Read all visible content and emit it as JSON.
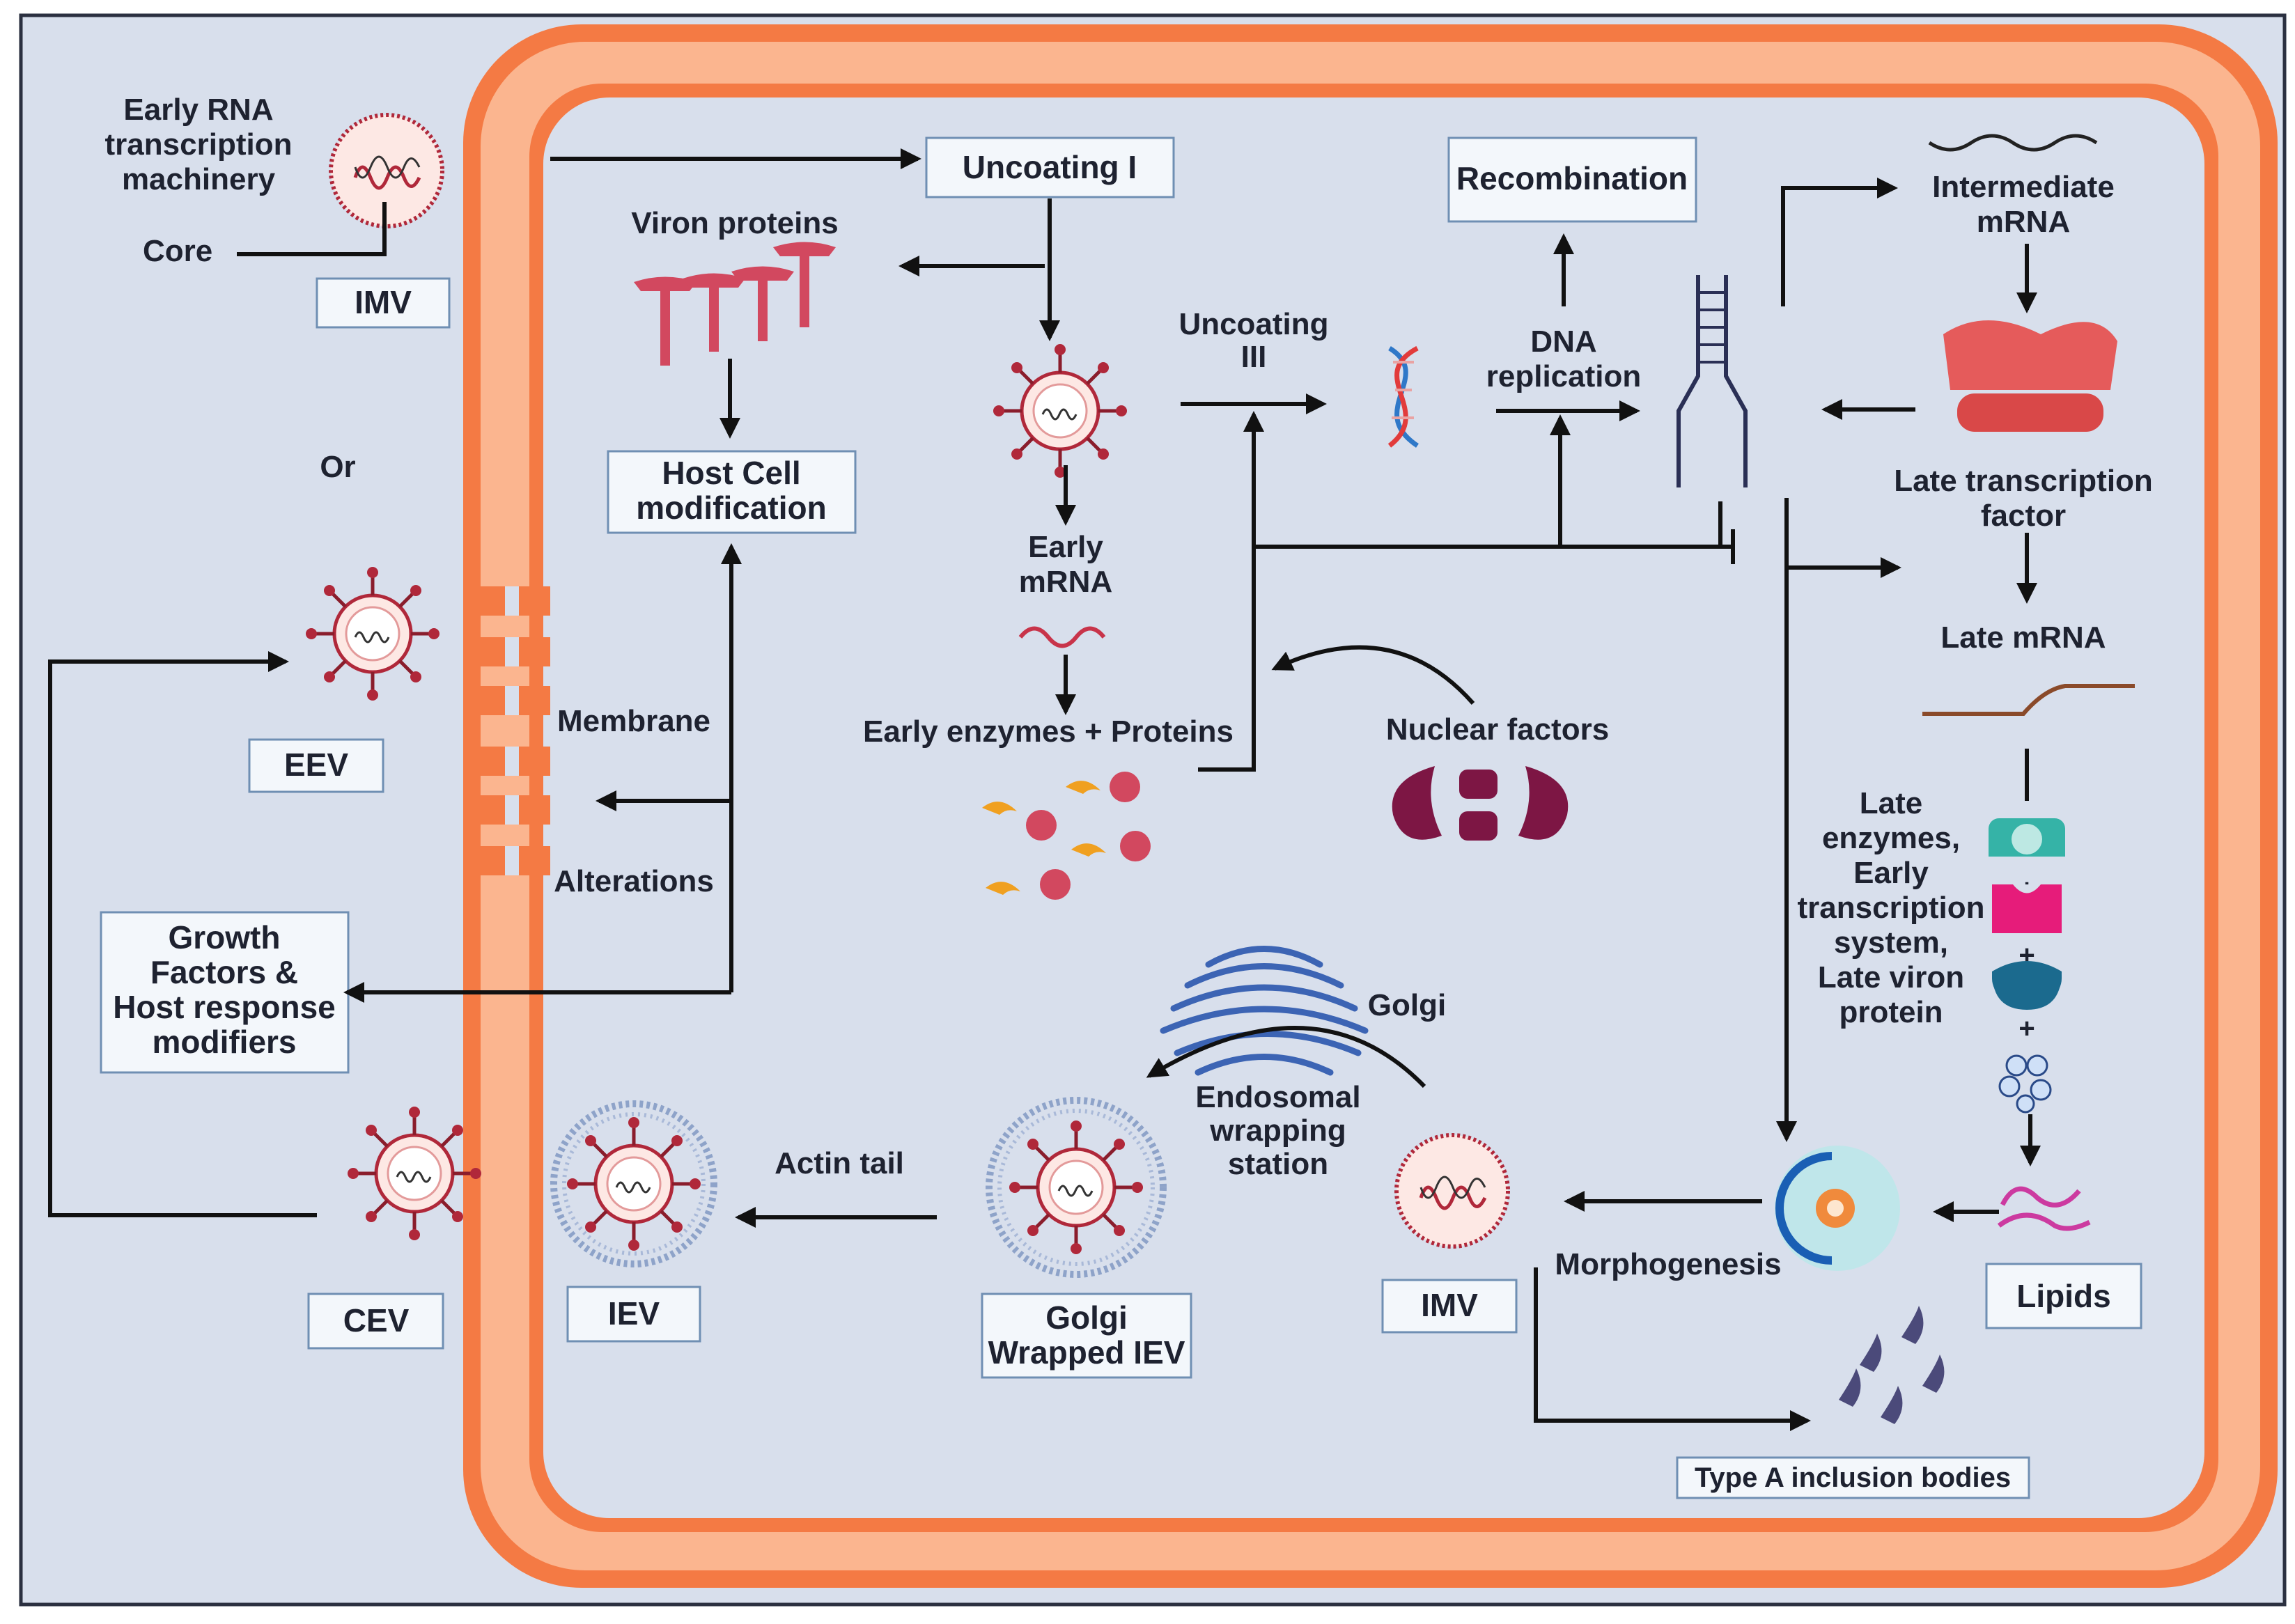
{
  "labels": {
    "early_rna": [
      "Early RNA",
      "transcription",
      "machinery"
    ],
    "core": "Core",
    "imv_top": "IMV",
    "or": "Or",
    "eev": "EEV",
    "growth": [
      "Growth",
      "Factors &",
      "Host response",
      "modifiers"
    ],
    "cev": "CEV",
    "iev": "IEV",
    "actin_tail": "Actin tail",
    "golgi_wrapped": [
      "Golgi",
      "Wrapped IEV"
    ],
    "uncoating_1": "Uncoating I",
    "viron_proteins": "Viron proteins",
    "host_cell_mod": [
      "Host Cell",
      "modification"
    ],
    "membrane": "Membrane",
    "alterations": "Alterations",
    "early_mrna": [
      "Early",
      "mRNA"
    ],
    "early_enzymes": "Early enzymes + Proteins",
    "uncoating_3": [
      "Uncoating",
      "III"
    ],
    "recombination": "Recombination",
    "dna_replication": [
      "DNA",
      "replication"
    ],
    "nuclear_factors": "Nuclear factors",
    "intermediate_mrna": [
      "Intermediate",
      "mRNA"
    ],
    "late_tf": [
      "Late transcription",
      "factor"
    ],
    "late_mrna": "Late mRNA",
    "late_enzymes": [
      "Late",
      "enzymes,",
      "Early",
      "transcription",
      "system,",
      "Late viron",
      "protein"
    ],
    "lipids": "Lipids",
    "morphogenesis": "Morphogenesis",
    "imv_bottom": "IMV",
    "golgi": "Golgi",
    "endosomal": [
      "Endosomal",
      "wrapping",
      "station"
    ],
    "type_a": "Type A inclusion bodies",
    "plus": "+"
  },
  "colors": {
    "background": "#d8dfec",
    "membrane": "#f47a44",
    "membrane_light": "#fbb58f",
    "virus": "#b0283a",
    "protein": "#d2485f",
    "nuclear": "#7d1644",
    "ribosome": "#e55b5b",
    "dna_blue": "#2f78c8",
    "dna_red": "#e23b3b",
    "golgi": "#3c64b4",
    "inclusion": "#4b4a7a",
    "arrow": "#111111"
  }
}
